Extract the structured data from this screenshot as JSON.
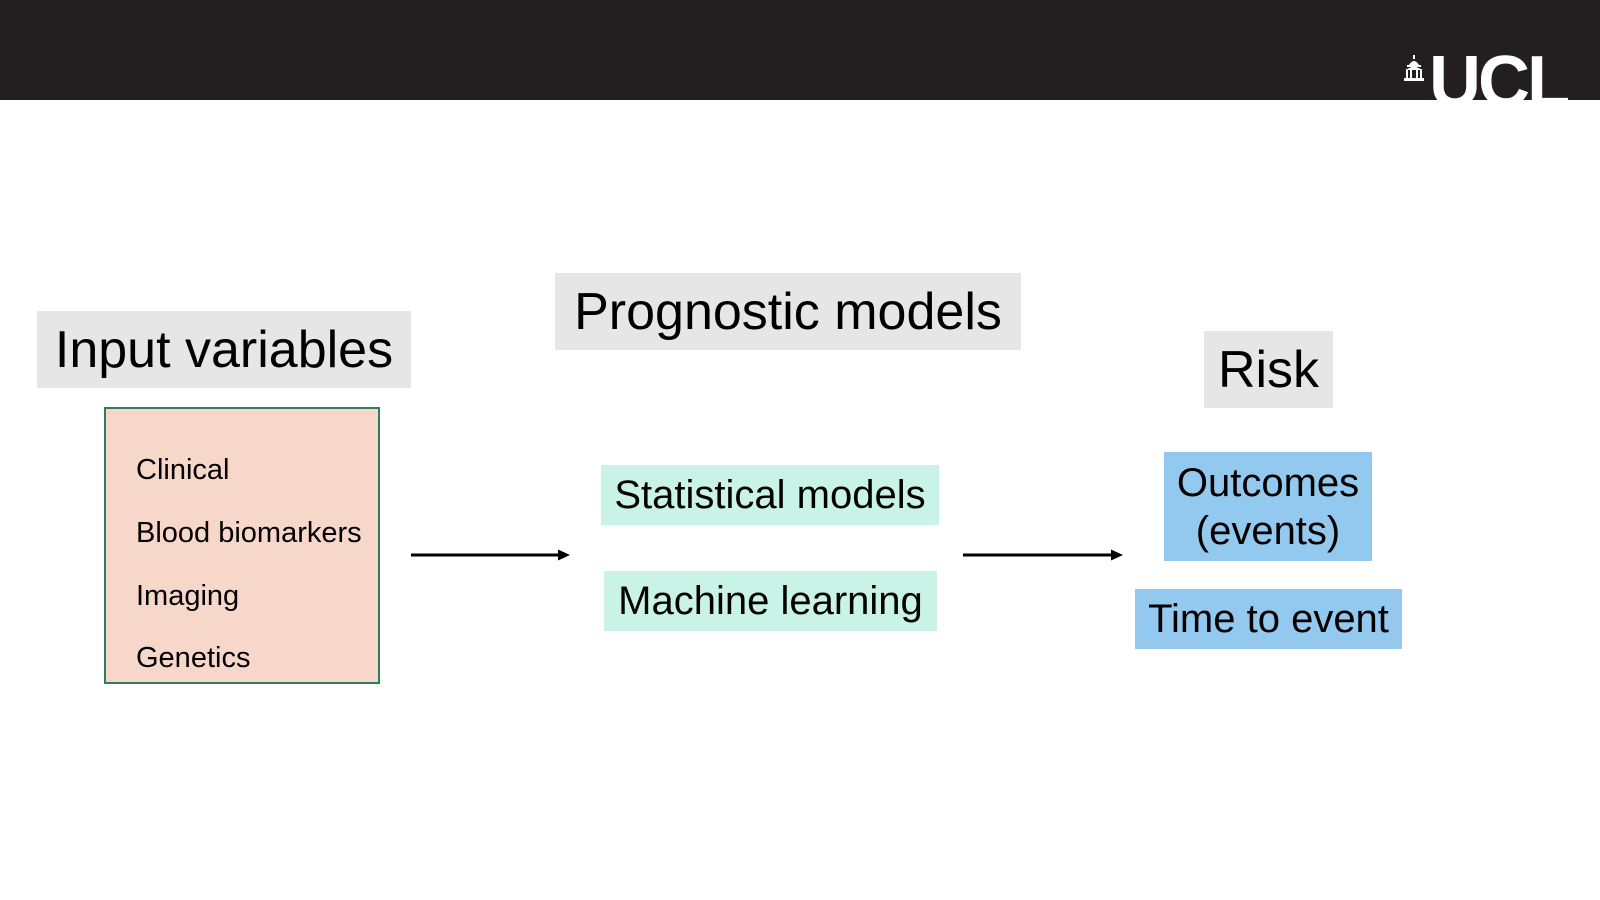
{
  "header": {
    "logo_text": "UCL",
    "logo_icon": "ucl-portico-icon",
    "bar_color": "#231f20"
  },
  "diagram": {
    "input_title": "Input variables",
    "model_title": "Prognostic models",
    "risk_title": "Risk",
    "inputs": [
      "Clinical",
      "Blood biomarkers",
      "Imaging",
      "Genetics"
    ],
    "models": [
      "Statistical models",
      "Machine learning"
    ],
    "outputs": {
      "outcomes_line1": "Outcomes",
      "outcomes_line2": "(events)",
      "time_to_event": "Time to event"
    }
  },
  "colors": {
    "label_background": "#e6e6e6",
    "input_background": "#f8d7cb",
    "input_border": "#2e7d5b",
    "model_background": "#c8f3e6",
    "output_background": "#94c9ef"
  }
}
